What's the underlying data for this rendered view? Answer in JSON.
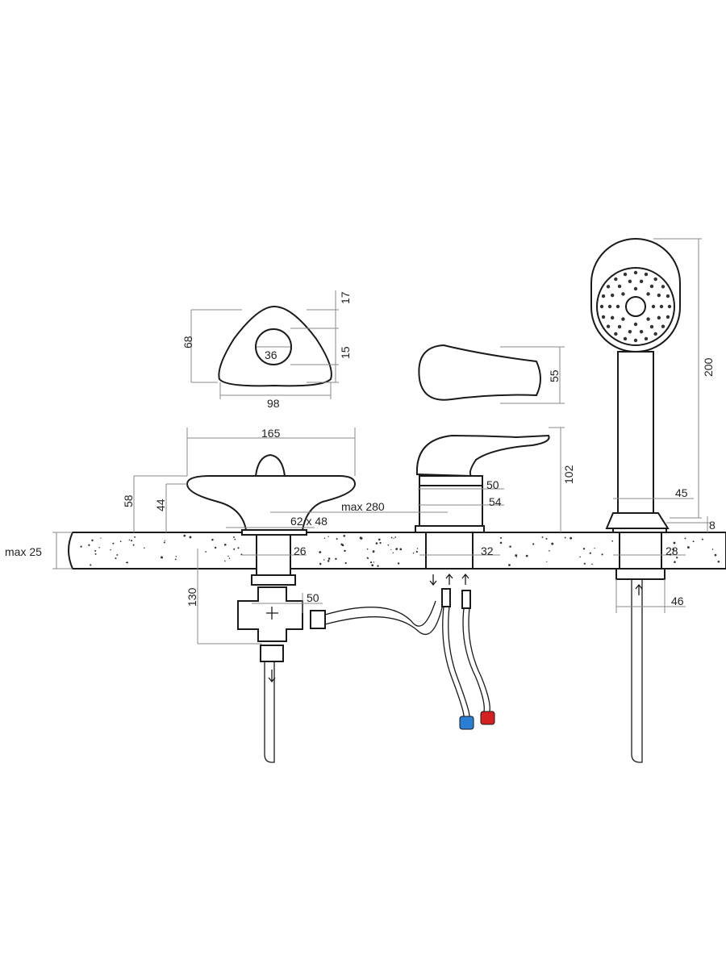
{
  "title": "Bath mixer installation dimensions diagram",
  "dimensions": {
    "handle_top_offset": "17",
    "handle_height": "68",
    "handle_hole": "36",
    "handle_hole_offset": "15",
    "handle_width": "98",
    "lever_height": "55",
    "shower_length": "200",
    "diverter_width": "165",
    "diverter_height": "58",
    "diverter_cap_height": "44",
    "mixer_height": "102",
    "mixer_body_top": "50",
    "mixer_body_base": "54",
    "max_spacing": "max 280",
    "hole_size": "62 x 48",
    "shower_base": "45",
    "shower_flange": "8",
    "max_thickness": "max 25",
    "diverter_shank": "26",
    "mixer_shank": "32",
    "shower_shank": "28",
    "valve_depth": "130",
    "valve_width": "50",
    "shower_nut": "46"
  },
  "colors": {
    "cold": "#2a7fd4",
    "hot": "#d42020"
  }
}
